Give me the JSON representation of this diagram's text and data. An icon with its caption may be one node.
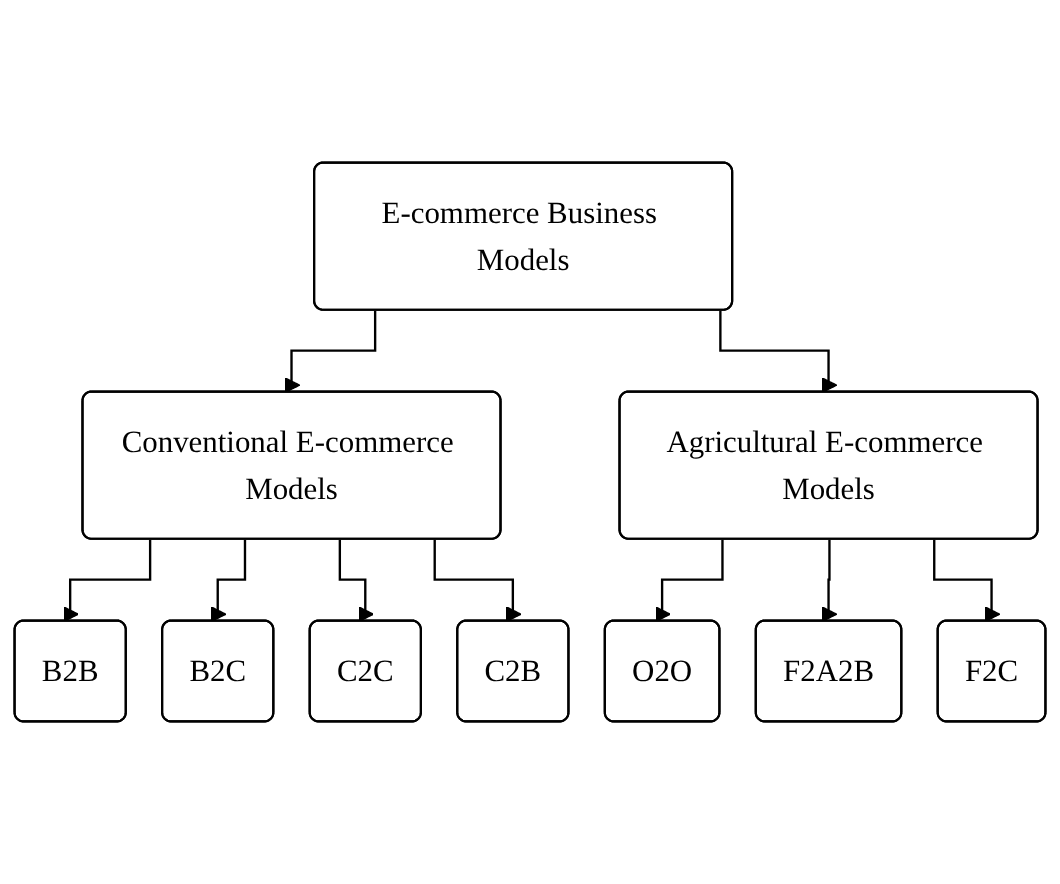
{
  "diagram": {
    "nodes": [
      {
        "text": [
          "E-commerce Business Models"
        ]
      },
      {
        "text": [
          "Conventional E-commerce Models"
        ]
      },
      {
        "text": [
          "Agricultural E-commerce Models"
        ]
      },
      {
        "text": [
          "B2B"
        ]
      },
      {
        "text": [
          "B2C"
        ]
      },
      {
        "text": [
          "C2C"
        ]
      },
      {
        "text": [
          "C2B"
        ]
      },
      {
        "text": [
          "O2O"
        ]
      },
      {
        "text": [
          "F2A2B"
        ]
      },
      {
        "text": [
          "F2C"
        ]
      }
    ],
    "edges": [
      {
        "from": 0,
        "to": 1,
        "arrow": "to"
      },
      {
        "from": 0,
        "to": 2,
        "arrow": "to"
      },
      {
        "from": 1,
        "to": 3,
        "arrow": "to"
      },
      {
        "from": 1,
        "to": 4,
        "arrow": "to"
      },
      {
        "from": 1,
        "to": 5,
        "arrow": "to"
      },
      {
        "from": 1,
        "to": 6,
        "arrow": "to"
      },
      {
        "from": 2,
        "to": 7,
        "arrow": "to"
      },
      {
        "from": 2,
        "to": 8,
        "arrow": "to"
      },
      {
        "from": 2,
        "to": 9,
        "arrow": "to"
      }
    ]
  }
}
